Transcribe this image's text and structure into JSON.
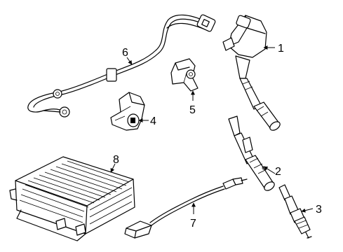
{
  "diagram": {
    "parts": [
      {
        "id": "ignition-coil",
        "number": "1"
      },
      {
        "id": "spark-plug-boot",
        "number": "2"
      },
      {
        "id": "spark-plug",
        "number": "3"
      },
      {
        "id": "crankshaft-sensor",
        "number": "4"
      },
      {
        "id": "camshaft-sensor",
        "number": "5"
      },
      {
        "id": "knock-sensor-harness",
        "number": "6"
      },
      {
        "id": "oxygen-sensor",
        "number": "7"
      },
      {
        "id": "engine-control-module",
        "number": "8"
      }
    ]
  }
}
